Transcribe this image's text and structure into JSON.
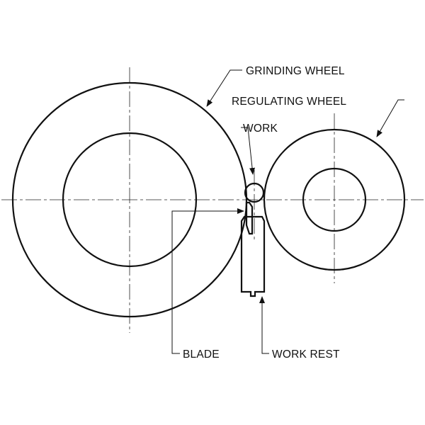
{
  "labels": {
    "grinding_wheel": "GRINDING WHEEL",
    "regulating_wheel": "REGULATING WHEEL",
    "work": "WORK",
    "blade": "BLADE",
    "work_rest": "WORK REST"
  },
  "colors": {
    "stroke": "#111111",
    "background": "#ffffff"
  }
}
